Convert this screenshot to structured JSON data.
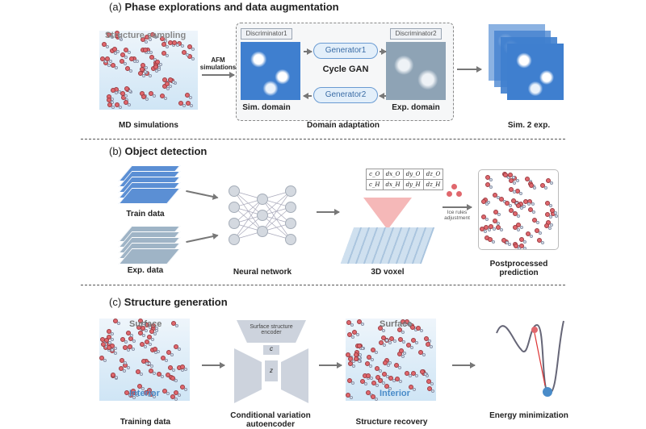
{
  "section_a": {
    "letter": "(a)",
    "title": "Phase explorations and data augmentation",
    "structure_sampling": "Structure sampling",
    "afm_label": "AFM simulations",
    "discriminator1": "Discriminator1",
    "discriminator2": "Discriminator2",
    "generator1": "Generator1",
    "generator2": "Generator2",
    "cycle_gan": "Cycle GAN",
    "sim_domain": "Sim. domain",
    "exp_domain": "Exp. domain",
    "md_simulations": "MD simulations",
    "domain_adaptation": "Domain adaptation",
    "sim2exp": "Sim. 2 exp."
  },
  "section_b": {
    "letter": "(b)",
    "title": "Object detection",
    "train_data": "Train data",
    "exp_data": "Exp. data",
    "neural_network": "Neural network",
    "voxel": "3D voxel",
    "ice_rules": "Ice rules adjustment",
    "postprocessed": "Postprocessed prediction",
    "grid": [
      [
        "c_O",
        "dx_O",
        "dy_O",
        "dz_O"
      ],
      [
        "c_H",
        "dx_H",
        "dy_H",
        "dz_H"
      ]
    ]
  },
  "section_c": {
    "letter": "(c)",
    "title": "Structure generation",
    "surface": "Surface",
    "interior": "Interior",
    "surface_encoder": "Surface structure encoder",
    "c": "c",
    "z": "z",
    "training_data": "Training data",
    "cvae": "Conditional variation autoencoder",
    "structure_recovery": "Structure recovery",
    "energy_min": "Energy minimization"
  }
}
